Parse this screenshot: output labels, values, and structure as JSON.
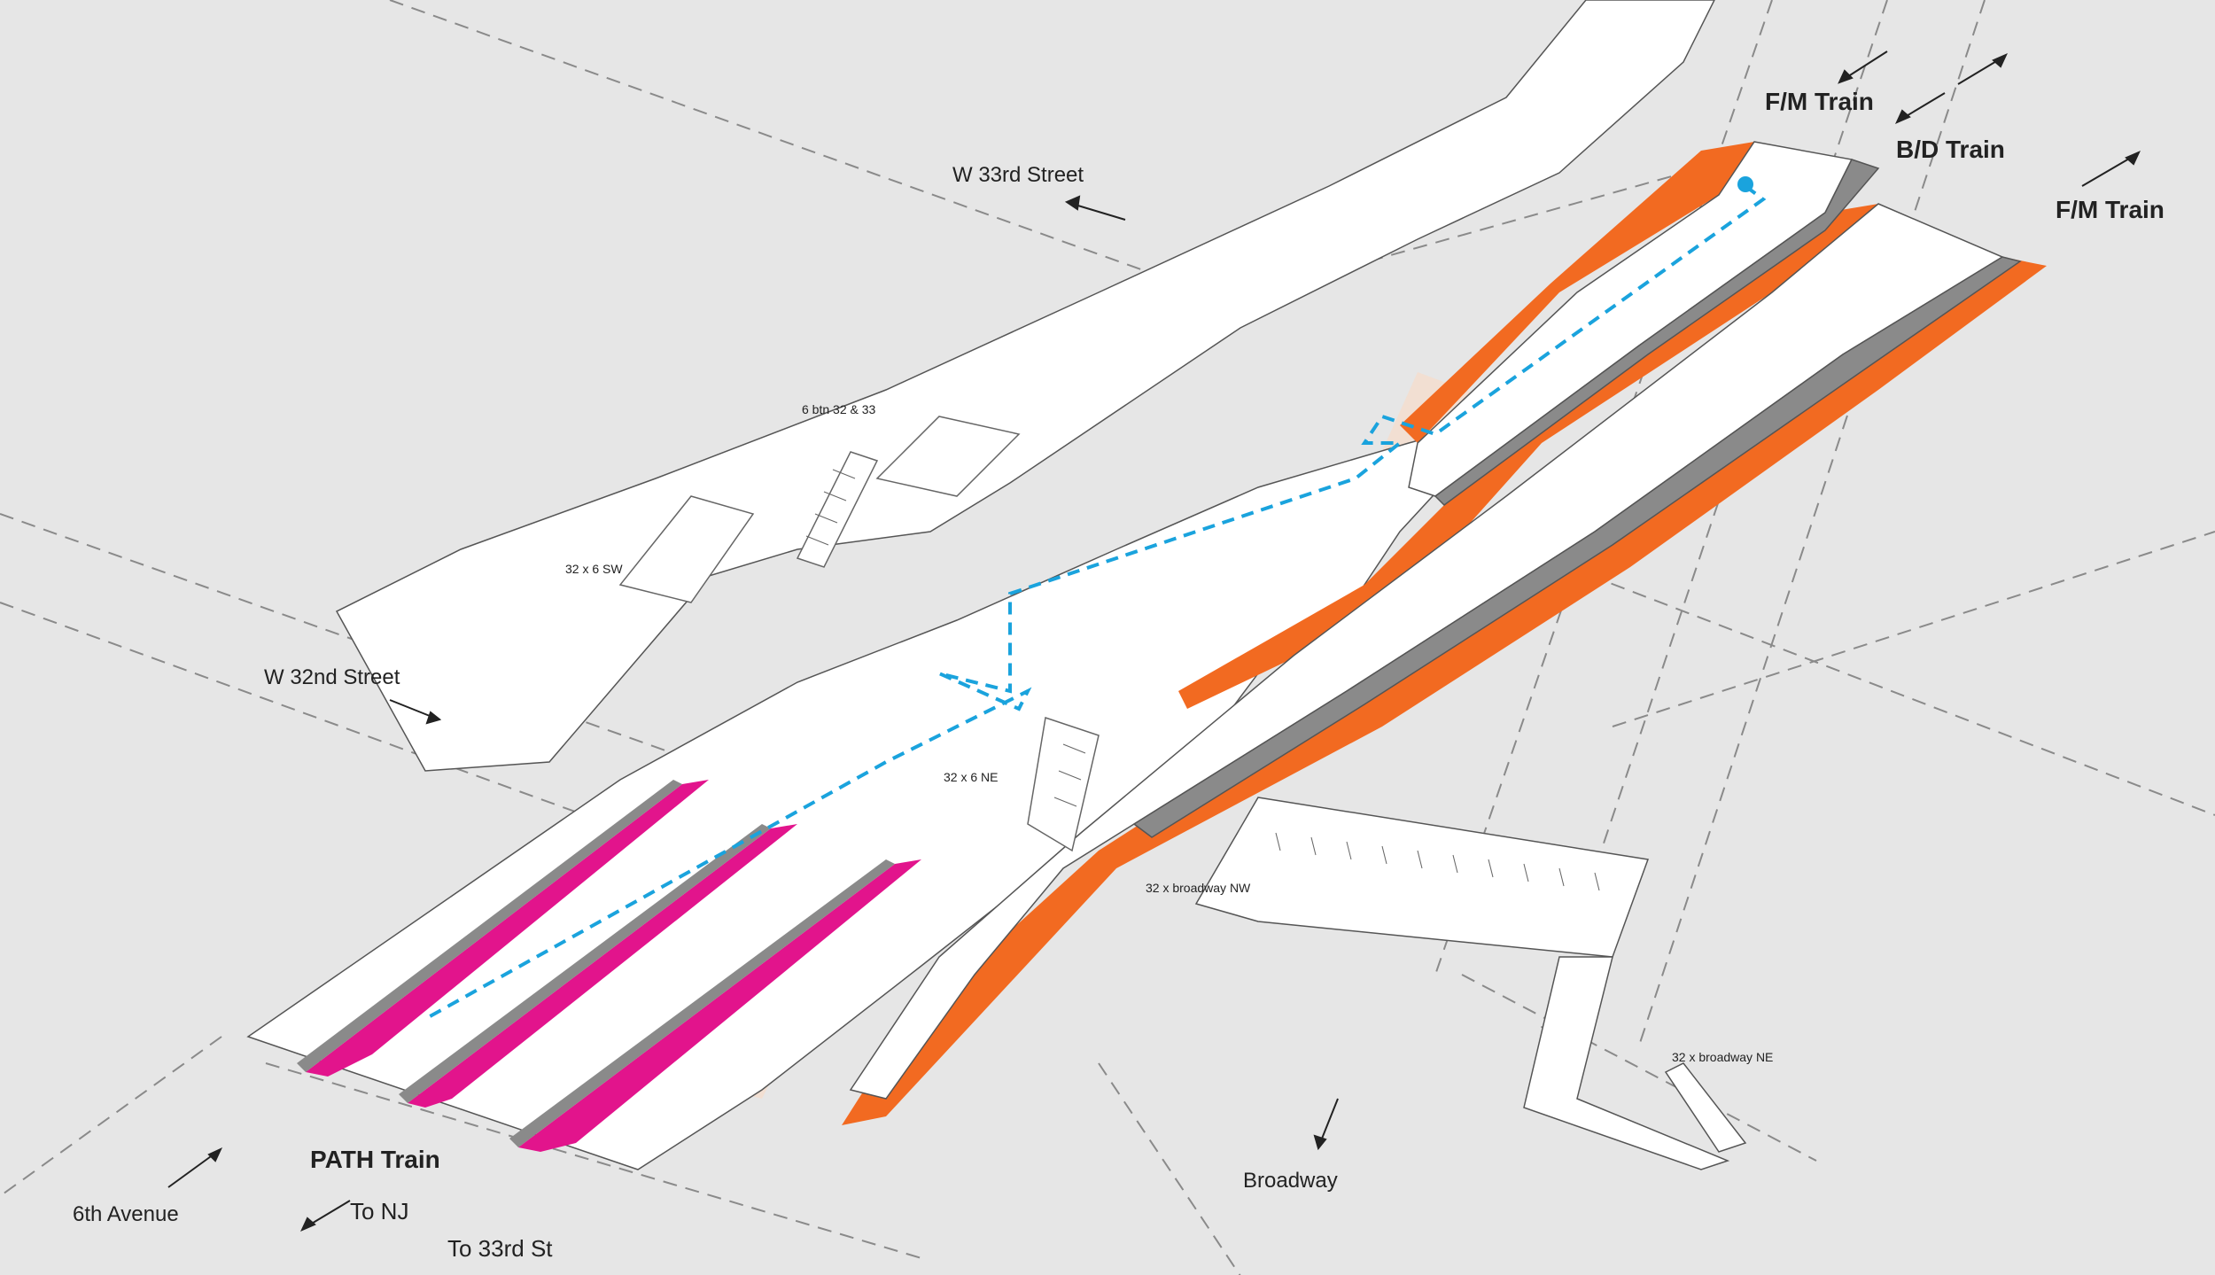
{
  "streets": {
    "w33": "W 33rd Street",
    "w32": "W 32nd Street",
    "sixth_ave": "6th Avenue",
    "broadway": "Broadway"
  },
  "trains": {
    "fm_top": "F/M Train",
    "bd": "B/D Train",
    "fm_right": "F/M Train",
    "path": "PATH Train",
    "to_nj": "To NJ",
    "to_33rd": "To 33rd St"
  },
  "entrances": {
    "btn_32_33": "6 btn 32 & 33",
    "sw_32x6": "32 x 6 SW",
    "ne_32x6": "32 x 6 NE",
    "broadway_nw": "32 x broadway NW",
    "broadway_ne": "32 x broadway NE"
  },
  "colors": {
    "background": "#e6e6e6",
    "platform": "#ffffff",
    "orange_track": "#f26a21",
    "path_track": "#e2148c",
    "route": "#1aa3dd",
    "walkway": "#f6dccb"
  }
}
